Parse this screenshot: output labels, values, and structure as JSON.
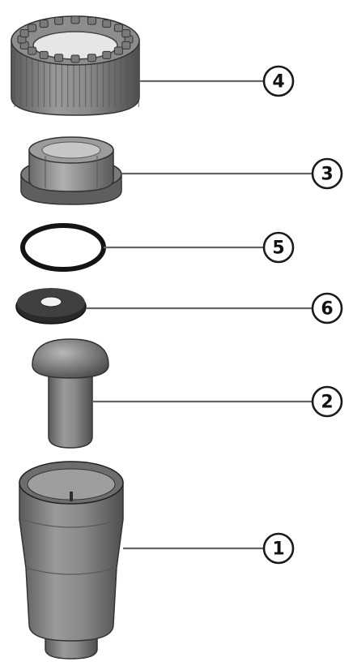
{
  "diagram": {
    "callouts": [
      {
        "label": "4",
        "part": "knurled-nut"
      },
      {
        "label": "3",
        "part": "bushing"
      },
      {
        "label": "5",
        "part": "o-ring"
      },
      {
        "label": "6",
        "part": "washer"
      },
      {
        "label": "2",
        "part": "pin"
      },
      {
        "label": "1",
        "part": "housing"
      }
    ],
    "colors": {
      "part_fill": "#7d7d7d",
      "part_dark": "#4a4a4a",
      "part_light": "#b3b3b3",
      "leader": "#666666",
      "outline": "#1a1a1a"
    }
  }
}
